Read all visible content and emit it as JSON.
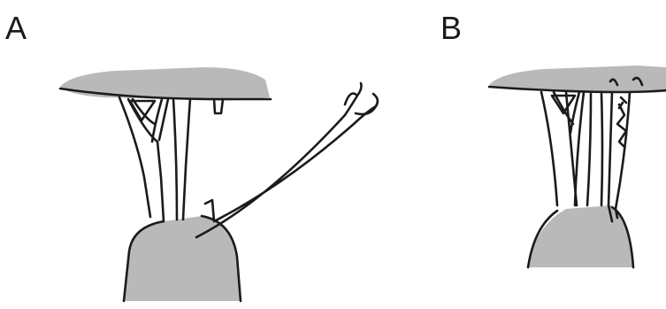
{
  "panels": [
    {
      "id": "A",
      "label": "A"
    },
    {
      "id": "B",
      "label": "B"
    }
  ],
  "colors": {
    "ink": "#1b1b1b",
    "shading": "#b9b9b9",
    "background": "#ffffff"
  }
}
